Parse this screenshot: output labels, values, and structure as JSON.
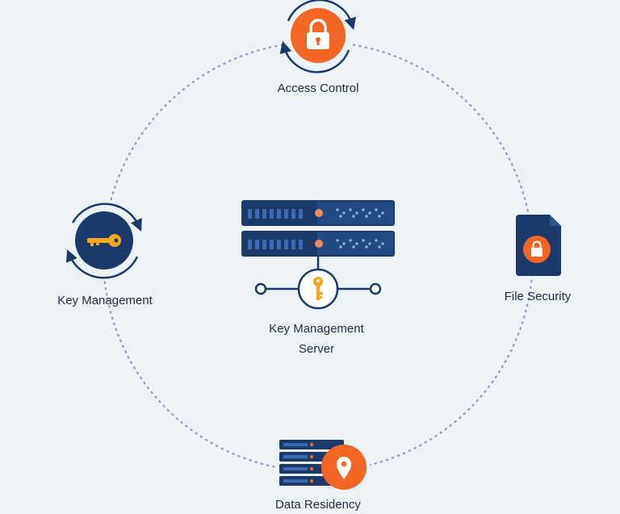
{
  "diagram": {
    "center": {
      "label_line1": "Key Management",
      "label_line2": "Server",
      "icon": "server-with-key-icon"
    },
    "nodes": [
      {
        "id": "access-control",
        "label": "Access Control",
        "icon": "lock-icon"
      },
      {
        "id": "key-management",
        "label": "Key Management",
        "icon": "key-icon"
      },
      {
        "id": "file-security",
        "label": "File Security",
        "icon": "locked-file-icon"
      },
      {
        "id": "data-residency",
        "label": "Data Residency",
        "icon": "server-location-pin-icon"
      }
    ]
  },
  "colors": {
    "background": "#edf2f5",
    "navy": "#1b3a6b",
    "orange": "#f26522",
    "gold": "#f2a91d",
    "dotted_ring": "#9a94c4"
  }
}
